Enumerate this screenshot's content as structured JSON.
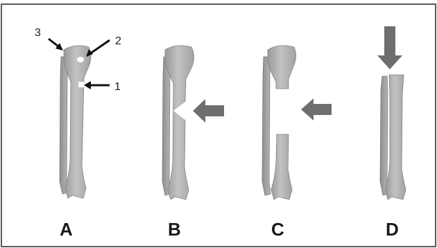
{
  "panels": [
    {
      "id": "A",
      "label": "A",
      "callouts": [
        "1",
        "2",
        "3"
      ]
    },
    {
      "id": "B",
      "label": "B"
    },
    {
      "id": "C",
      "label": "C"
    },
    {
      "id": "D",
      "label": "D"
    }
  ],
  "colors": {
    "bone_fill": "#b5b5b5",
    "bone_shadow": "#8c8c8c",
    "arrow_fill": "#6e6e6e",
    "border": "#222222",
    "text": "#1a1a1a"
  }
}
